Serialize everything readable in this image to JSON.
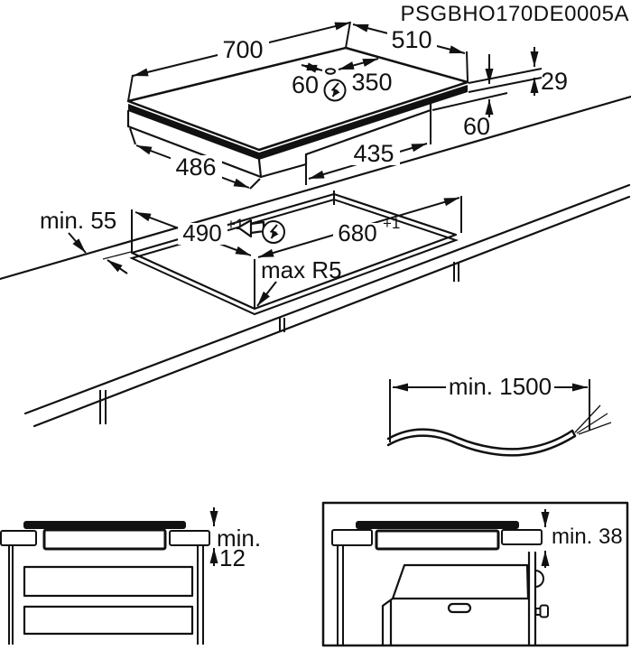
{
  "drawing_code": "PSGBHO170DE0005A",
  "hob": {
    "width": "700",
    "depth": "510",
    "conn_to_back": "60",
    "conn_to_right": "350",
    "glass_thickness": "29",
    "body_height": "60",
    "body_depth": "486",
    "body_inset_width": "435"
  },
  "cutout": {
    "rear_clearance": "min. 55",
    "depth": "490",
    "depth_tol": "+1",
    "width": "680",
    "width_tol": "+1",
    "corner_radius": "max R5"
  },
  "cable": {
    "length": "min. 1500"
  },
  "drawer_clearance": {
    "label": "min.",
    "value": "12"
  },
  "oven_clearance": {
    "label": "min. 38"
  }
}
